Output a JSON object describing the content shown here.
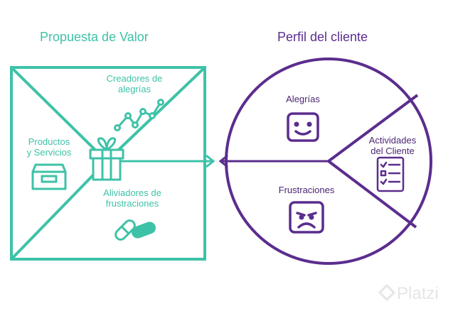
{
  "value_proposition": {
    "title": "Propuesta de Valor",
    "creators_line1": "Creadores de",
    "creators_line2": "alegrías",
    "products_line1": "Productos",
    "products_line2": "y Servicios",
    "relievers_line1": "Aliviadores de",
    "relievers_line2": "frustraciones",
    "icons": [
      "line-chart-icon",
      "gift-icon",
      "box-icon",
      "pills-icon"
    ]
  },
  "customer_profile": {
    "title": "Perfil del cliente",
    "gains": "Alegrías",
    "jobs_line1": "Actividades",
    "jobs_line2": "del Cliente",
    "pains": "Frustraciones",
    "icons": [
      "smiley-icon",
      "checklist-icon",
      "sad-face-icon"
    ]
  },
  "watermark": "Platzi",
  "colors": {
    "teal": "#3ec2a7",
    "purple": "#5b2d8e",
    "purple_dark": "#4a2673"
  }
}
